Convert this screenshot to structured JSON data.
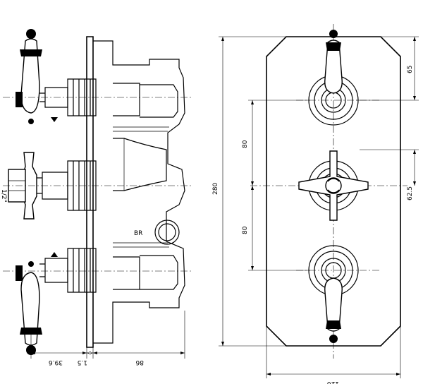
{
  "dimensions": {
    "side_width_handle": "39.6",
    "side_plate": "1.5",
    "side_body": "86",
    "front_top": "65",
    "front_upper_spacing": "80",
    "front_lower_spacing": "80",
    "front_total_height": "280",
    "front_mid": "62.5",
    "front_width": "120",
    "side_port": "1/2\"",
    "side_flow_mark": "BR"
  }
}
